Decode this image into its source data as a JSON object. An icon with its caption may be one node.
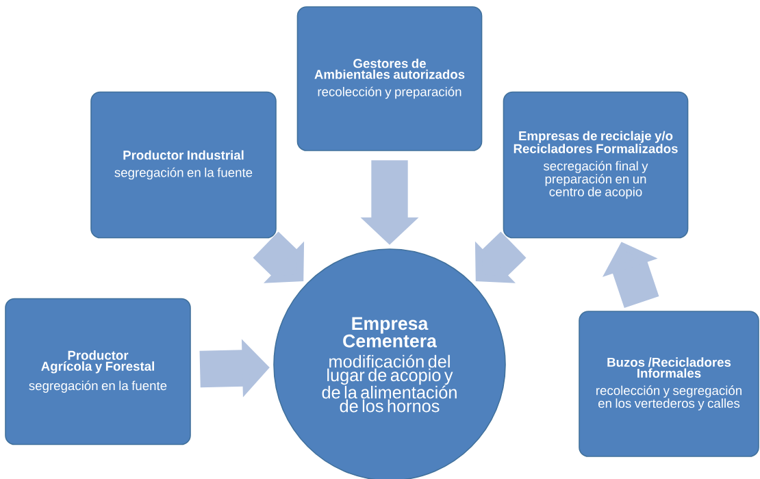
{
  "diagram": {
    "nodes": [
      {
        "text": [
          "Productor Industrial",
          "segregación en la fuente"
        ]
      },
      {
        "text": [
          "Gestores de Ambientales autorizados",
          "recolección y preparación"
        ]
      },
      {
        "text": [
          "Empresas de reciclaje y/o Recicladores Formalizados",
          "secregación final y preparación en un centro de acopio"
        ]
      },
      {
        "text": [
          "Productor Agrícola y Forestal",
          "segregación en la fuente"
        ]
      },
      {
        "text": [
          "Empresa Cementera",
          "modificación del lugar de acopio  y de la alimentación de los hornos"
        ]
      },
      {
        "text": [
          "Buzos /Recicladores Informales",
          "recolección y segregación en los vertederos y calles"
        ]
      }
    ],
    "edges": [
      {
        "from": 0,
        "to": 4,
        "arrow": "to"
      },
      {
        "from": 1,
        "to": 4,
        "arrow": "to"
      },
      {
        "from": 2,
        "to": 4,
        "arrow": "to"
      },
      {
        "from": 3,
        "to": 4,
        "arrow": "to"
      },
      {
        "from": 5,
        "to": 2,
        "arrow": "to"
      }
    ]
  }
}
